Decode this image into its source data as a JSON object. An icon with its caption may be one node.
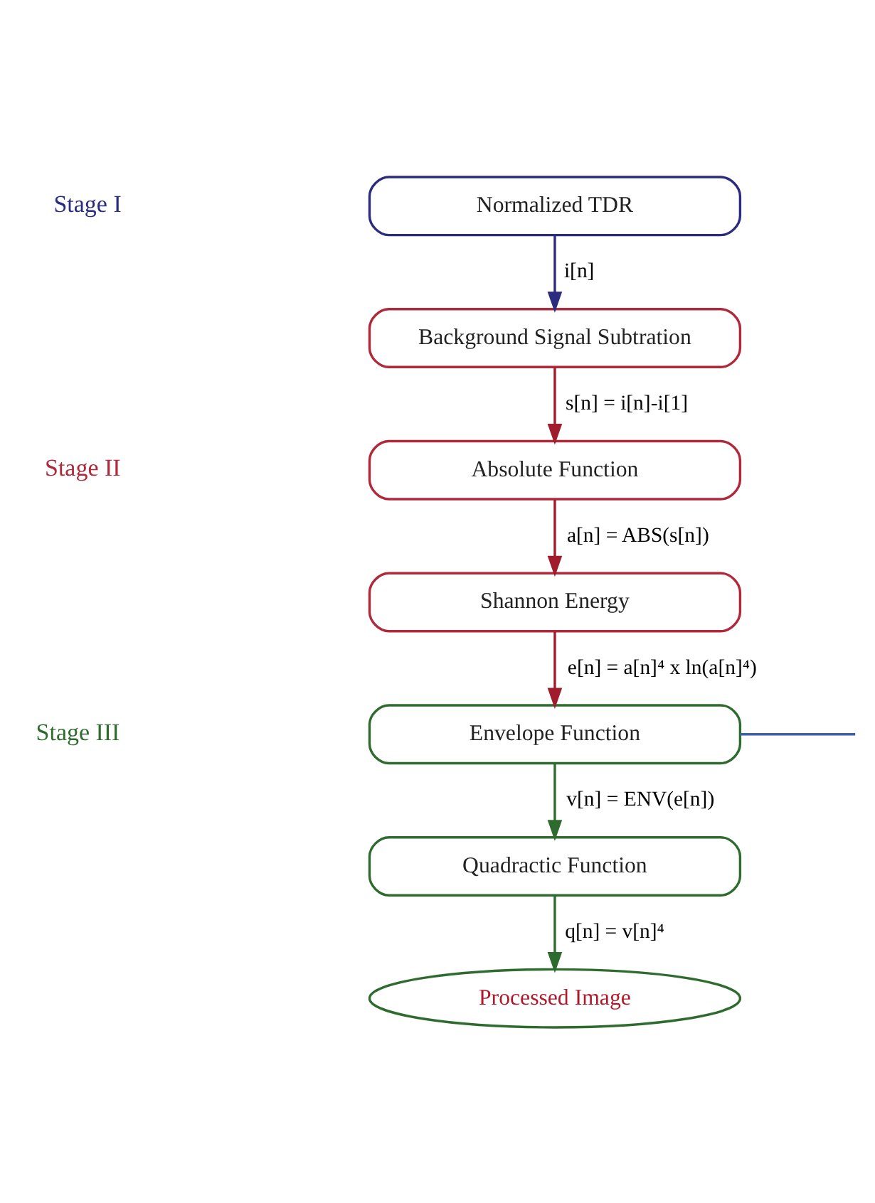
{
  "diagram": {
    "nodes": [
      {
        "text": [
          "Normalized TDR"
        ]
      },
      {
        "text": [
          "Background Signal Subtration"
        ]
      },
      {
        "text": [
          "Absolute Function"
        ]
      },
      {
        "text": [
          "Shannon Energy"
        ]
      },
      {
        "text": [
          "Envelope Function"
        ]
      },
      {
        "text": [
          "Quadractic Function"
        ]
      },
      {
        "text": [
          "Processed Image"
        ]
      }
    ],
    "edges": [
      {
        "from": 0,
        "to": 1,
        "arrow": "to",
        "label": "i[n]",
        "color": "#2b2b80"
      },
      {
        "from": 1,
        "to": 2,
        "arrow": "to",
        "label": "s[n] = i[n]-i[1]",
        "color": "#a01c2c"
      },
      {
        "from": 2,
        "to": 3,
        "arrow": "to",
        "label": "a[n] = ABS(s[n])",
        "color": "#a01c2c"
      },
      {
        "from": 3,
        "to": 4,
        "arrow": "to",
        "label": "e[n] = a[n]⁴ x ln(a[n]⁴)",
        "color": "#a01c2c"
      },
      {
        "from": 4,
        "to": 5,
        "arrow": "to",
        "label": "v[n] = ENV(e[n])",
        "color": "#2e6b2e"
      },
      {
        "from": 5,
        "to": 6,
        "arrow": "to",
        "label": "q[n] = v[n]⁴",
        "color": "#2e6b2e"
      },
      {
        "from": 4,
        "to": null,
        "arrow": "none",
        "color": "#3a5fb0"
      }
    ],
    "labels": [
      "Stage I",
      "Stage II",
      "Stage III"
    ]
  }
}
